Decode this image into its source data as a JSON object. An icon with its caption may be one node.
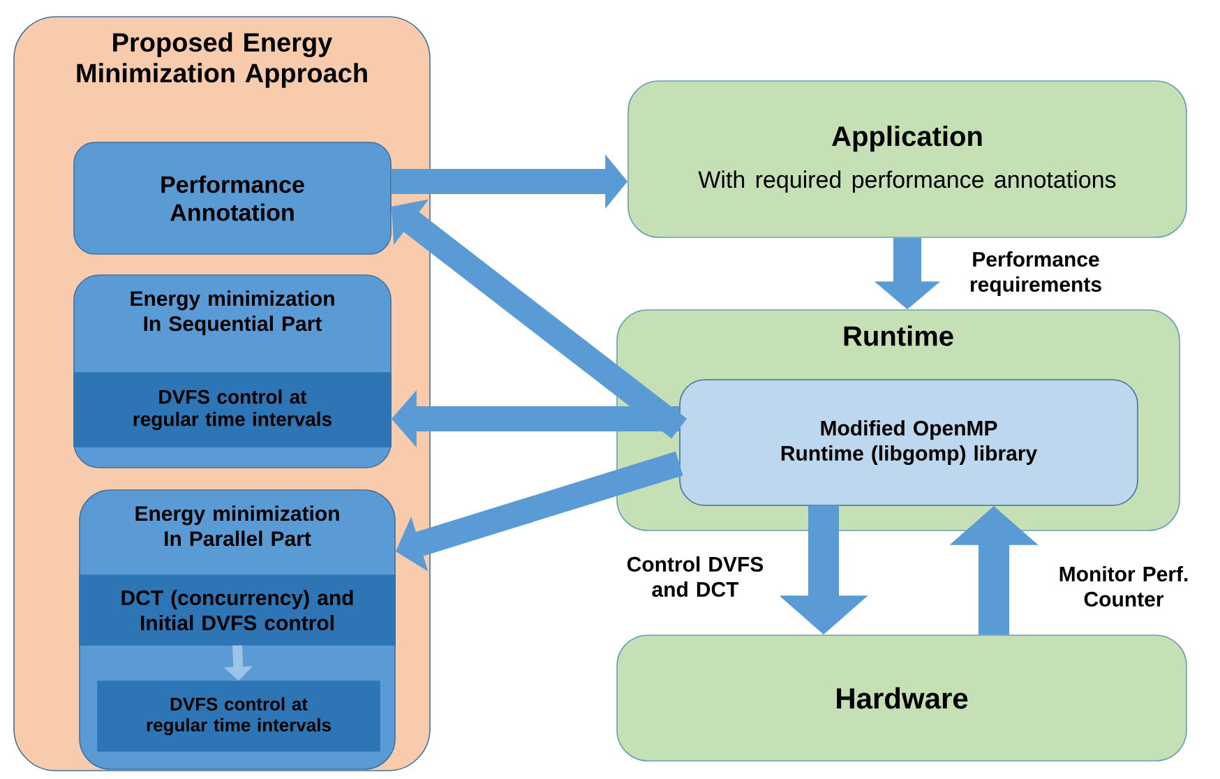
{
  "diagram": {
    "nodes": [
      {
        "text": [
          "Proposed Energy Minimization Approach"
        ]
      },
      {
        "text": [
          "Performance Annotation"
        ],
        "in": 0
      },
      {
        "text": [
          "Energy minimization In Sequential Part"
        ],
        "in": 0
      },
      {
        "text": [
          "DVFS control at regular time intervals"
        ],
        "in": 2
      },
      {
        "text": [
          "Energy minimization In Parallel Part"
        ],
        "in": 0
      },
      {
        "text": [
          "DCT (concurrency) and Initial DVFS control"
        ],
        "in": 4
      },
      {
        "text": [
          "DVFS control at regular time intervals"
        ],
        "in": 4
      },
      {
        "text": [
          "Application",
          "With required performance annotations"
        ]
      },
      {
        "text": [
          "Runtime"
        ]
      },
      {
        "text": [
          "Modified OpenMP Runtime (libgomp) library"
        ],
        "in": 8
      },
      {
        "text": [
          "Hardware"
        ]
      }
    ],
    "edges": [
      {
        "from": 1,
        "to": 7,
        "arrow": "to"
      },
      {
        "from": 9,
        "to": 1,
        "arrow": "to"
      },
      {
        "from": 9,
        "to": 2,
        "arrow": "to"
      },
      {
        "from": 9,
        "to": 4,
        "arrow": "to"
      },
      {
        "from": 7,
        "to": 8,
        "arrow": "to",
        "label": "Performance requirements"
      },
      {
        "from": 9,
        "to": 10,
        "arrow": "to",
        "label": "Control DVFS and DCT"
      },
      {
        "from": 10,
        "to": 9,
        "arrow": "to",
        "label": "Monitor Perf. Counter"
      },
      {
        "from": 5,
        "to": 6,
        "arrow": "to",
        "color": "#9dc3e6"
      }
    ]
  }
}
